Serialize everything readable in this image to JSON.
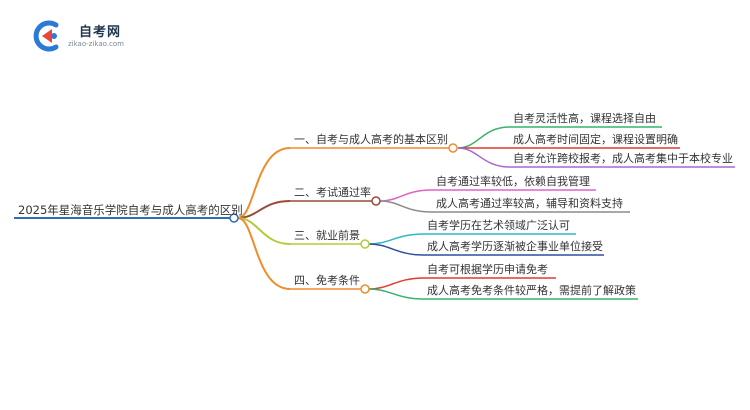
{
  "brand": {
    "name": "自考网",
    "url": "zikao-zikao.com",
    "colors": {
      "logo_blue": "#2b7bd6",
      "logo_red": "#e8463a"
    }
  },
  "mindmap": {
    "root": "2025年星海音乐学院自考与成人高考的区别",
    "branches": [
      {
        "label": "一、自考与成人高考的基本区别",
        "color": "#f08c2a",
        "children": [
          {
            "label": "自考灵活性高，课程选择自由",
            "color": "#39b36b"
          },
          {
            "label": "成人高考时间固定，课程设置明确",
            "color": "#e0392e"
          },
          {
            "label": "自考允许跨校报考，成人高考集中于本校专业",
            "color": "#a667d4"
          }
        ]
      },
      {
        "label": "二、考试通过率",
        "color": "#9c4a3a",
        "children": [
          {
            "label": "自考通过率较低，依赖自我管理",
            "color": "#e061c8"
          },
          {
            "label": "成人高考通过率较高，辅导和资料支持",
            "color": "#8c8c8c"
          }
        ]
      },
      {
        "label": "三、就业前景",
        "color": "#b7c93a",
        "children": [
          {
            "label": "自考学历在艺术领域广泛认可",
            "color": "#2bb8c9"
          },
          {
            "label": "成人高考学历逐渐被企事业单位接受",
            "color": "#2d4fa0"
          }
        ]
      },
      {
        "label": "四、免考条件",
        "color": "#f08c2a",
        "children": [
          {
            "label": "自考可根据学历申请免考",
            "color": "#e0392e"
          },
          {
            "label": "成人高考免考条件较严格，需提前了解政策",
            "color": "#39b36b"
          }
        ]
      }
    ]
  }
}
